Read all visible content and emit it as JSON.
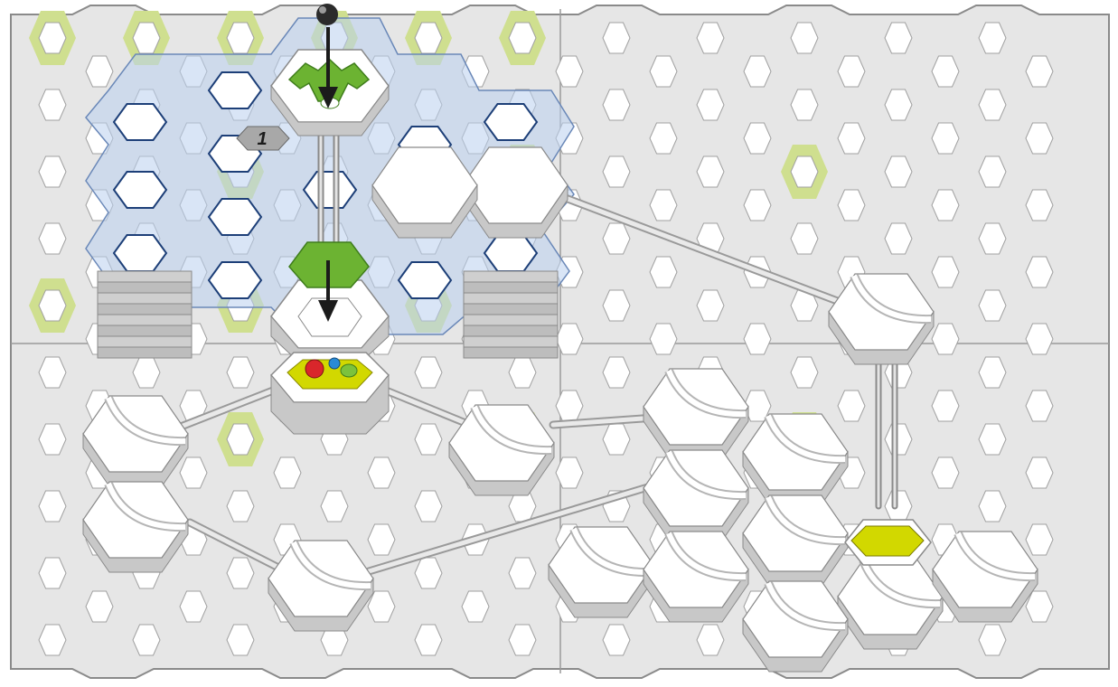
{
  "step_badge": {
    "label": "1"
  },
  "colors": {
    "board_bg": "#e6e6e6",
    "board_hole": "#ffffff",
    "board_edge": "#8a8a8a",
    "accent_green": "#cfdf8f",
    "transparent_level": "#b9cfee",
    "piece_white": "#ffffff",
    "piece_side": "#c8c8c8",
    "piece_green": "#6cb332",
    "landing_yellow": "#d2d800",
    "marble_black": "#2b2b2b",
    "marble_red": "#d9262b",
    "marble_blue": "#2a8ad6",
    "marble_green": "#7cc23c"
  },
  "arrows": [
    {
      "name": "start-arrow",
      "icon": "arrow-down"
    },
    {
      "name": "drop-arrow",
      "icon": "arrow-down"
    }
  ],
  "icons": [
    "marble-icon",
    "arrow-down-icon",
    "step-number-badge"
  ]
}
